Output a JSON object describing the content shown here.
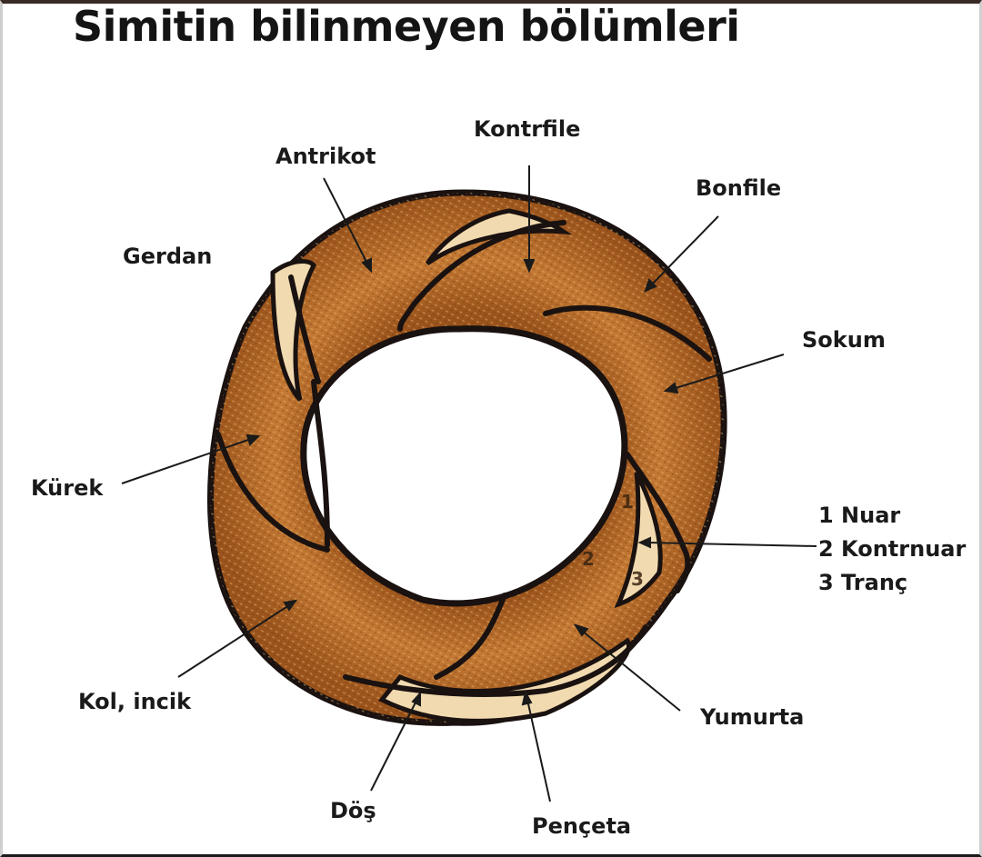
{
  "title": "Simitin bilinmeyen bölümleri",
  "labels": {
    "kontrfile": "Kontrfile",
    "antrikot": "Antrikot",
    "bonfile": "Bonfile",
    "gerdan": "Gerdan",
    "sokum": "Sokum",
    "kurek": "Kürek",
    "nuar": "1 Nuar",
    "kontrnuar": "2 Kontrnuar",
    "tranc": "3 Tranç",
    "kol": "Kol, incik",
    "yumurta": "Yumurta",
    "dos": "Döş",
    "pencetа": "Pençeta"
  },
  "ring_numbers": {
    "n1": "1",
    "n2": "2",
    "n3": "3"
  },
  "colors": {
    "crust": "#b86a2a",
    "crust_dark": "#8a4714",
    "crumb": "#f3dcb0",
    "outline": "#1a1210"
  }
}
